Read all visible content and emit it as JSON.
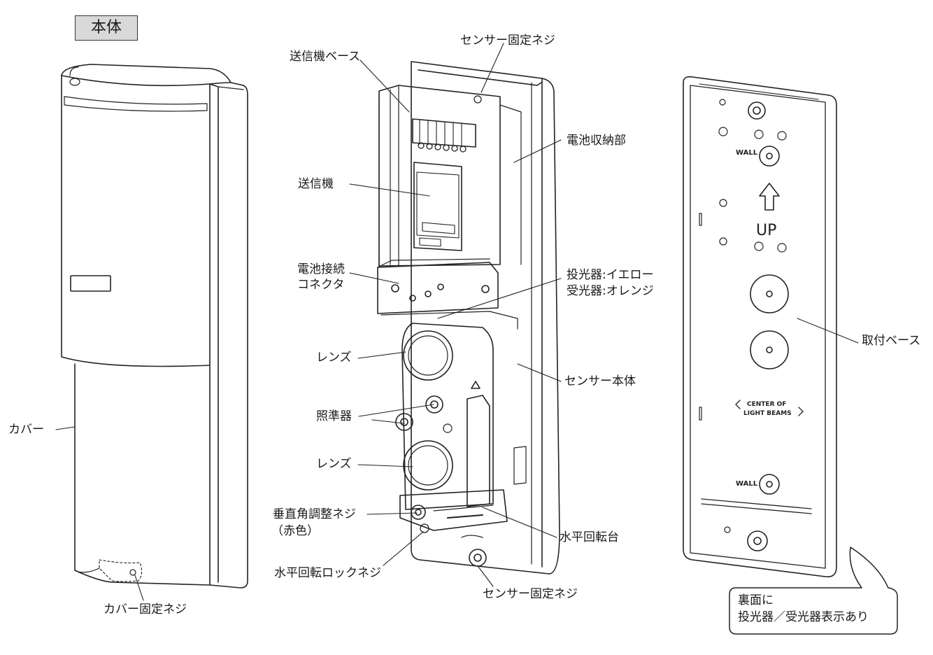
{
  "title": "本体",
  "labels": {
    "cover": "カバー",
    "cover_screw": "カバー固定ネジ",
    "transmitter_base": "送信機ベース",
    "sensor_screw_top": "センサー固定ネジ",
    "battery_compartment": "電池収納部",
    "transmitter": "送信機",
    "battery_connector_1": "電池接続",
    "battery_connector_2": "コネクタ",
    "projector": "投光器:イエロー",
    "receiver": "受光器:オレンジ",
    "lens_top": "レンズ",
    "sensor_body": "センサー本体",
    "sight": "照準器",
    "lens_bottom": "レンズ",
    "vertical_screw_1": "垂直角調整ネジ",
    "vertical_screw_2": "（赤色）",
    "horizontal_table": "水平回転台",
    "horizontal_lock_screw": "水平回転ロックネジ",
    "sensor_screw_bottom": "センサー固定ネジ",
    "mounting_base": "取付ベース"
  },
  "base_marks": {
    "wall_top": "WALL",
    "up": "UP",
    "center_1": "CENTER OF",
    "center_2": "LIGHT BEAMS",
    "wall_bottom": "WALL"
  },
  "callout": {
    "line1": "裏面に",
    "line2": "投光器／受光器表示あり"
  }
}
